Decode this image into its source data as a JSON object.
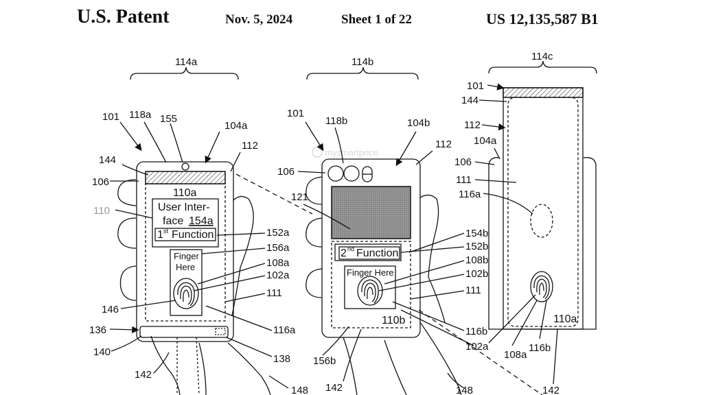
{
  "header": {
    "left": "U.S. Patent",
    "date": "Nov. 5, 2024",
    "sheet": "Sheet 1 of 22",
    "number": "US 12,135,587 B1"
  },
  "watermark": "mysmartprice",
  "colors": {
    "ink": "#111111",
    "hatch": "#555555",
    "screen_fill": "#8a8a8a"
  },
  "figure": {
    "braces": {
      "a": "114a",
      "b": "114b",
      "c": "114c"
    },
    "phone_a": {
      "screen_label": "110a",
      "ui_line1": "User Inter-",
      "ui_line2": "face",
      "ui_ref": "154a",
      "func_sup": "st",
      "func_pre": "1",
      "func_text": "Function",
      "finger_line1": "Finger",
      "finger_line2": "Here",
      "refs": {
        "r101": "101",
        "r118a": "118a",
        "r155": "155",
        "r104a": "104a",
        "r112": "112",
        "r144": "144",
        "r106": "106",
        "r110": "110",
        "r152a": "152a",
        "r156a": "156a",
        "r108a": "108a",
        "r102a": "102a",
        "r111": "111",
        "r146": "146",
        "r116a": "116a",
        "r136": "136",
        "r140": "140",
        "r138": "138",
        "r142": "142",
        "r148": "148"
      }
    },
    "phone_b": {
      "screen_label": "110b",
      "func_pre": "2",
      "func_sup": "nd",
      "func_text": "Function",
      "finger_text": "Finger Here",
      "refs": {
        "r101": "101",
        "r118b": "118b",
        "r104b": "104b",
        "r112": "112",
        "r106": "106",
        "r121": "121",
        "r154b": "154b",
        "r152b": "152b",
        "r108b": "108b",
        "r102b": "102b",
        "r111": "111",
        "r116b": "116b",
        "r102a": "102a",
        "r156b": "156b",
        "r142": "142",
        "r148": "148"
      }
    },
    "phone_c": {
      "screen_label": "110a",
      "refs": {
        "r101": "101",
        "r144": "144",
        "r112": "112",
        "r104a": "104a",
        "r106": "106",
        "r111": "111",
        "r116a": "116a",
        "r108a": "108a",
        "r116b": "116b",
        "r142": "142"
      }
    }
  }
}
